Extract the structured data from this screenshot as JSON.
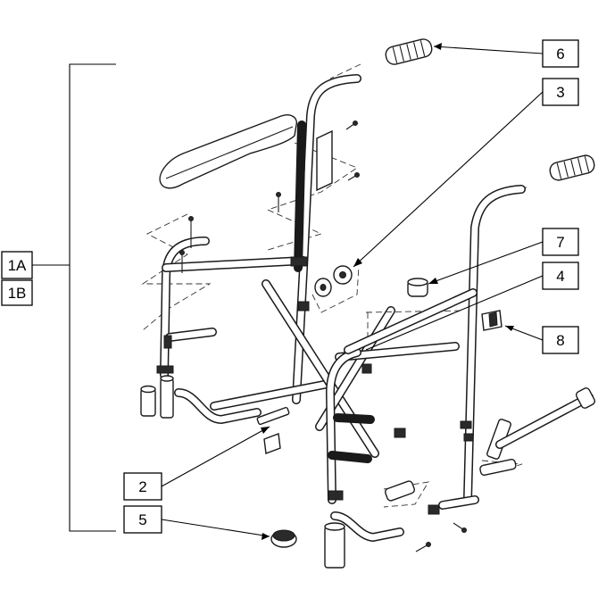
{
  "diagram": {
    "callouts": [
      {
        "id": "c6",
        "label": "6"
      },
      {
        "id": "c3",
        "label": "3"
      },
      {
        "id": "c7",
        "label": "7"
      },
      {
        "id": "c4",
        "label": "4"
      },
      {
        "id": "c8",
        "label": "8"
      },
      {
        "id": "c1a",
        "label": "1A"
      },
      {
        "id": "c1b",
        "label": "1B"
      },
      {
        "id": "c2",
        "label": "2"
      },
      {
        "id": "c5",
        "label": "5"
      }
    ]
  }
}
